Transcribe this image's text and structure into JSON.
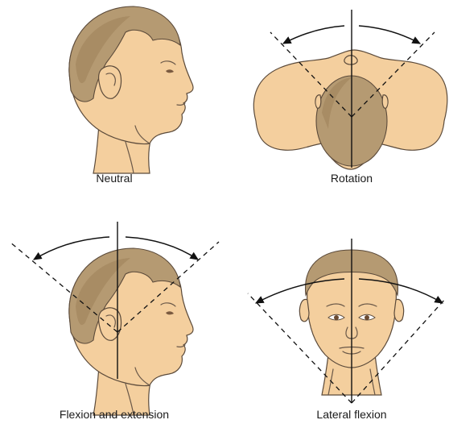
{
  "panels": {
    "neutral": {
      "label": "Neutral"
    },
    "rotation": {
      "label": "Rotation"
    },
    "flexion": {
      "label": "Flexion and extension"
    },
    "lateral": {
      "label": "Lateral flexion"
    }
  },
  "colors": {
    "skin": "#f4cf9e",
    "skin_shadow": "#e8bd86",
    "hair": "#b59a72",
    "hair_dark": "#a88c64",
    "line": "#111111"
  }
}
